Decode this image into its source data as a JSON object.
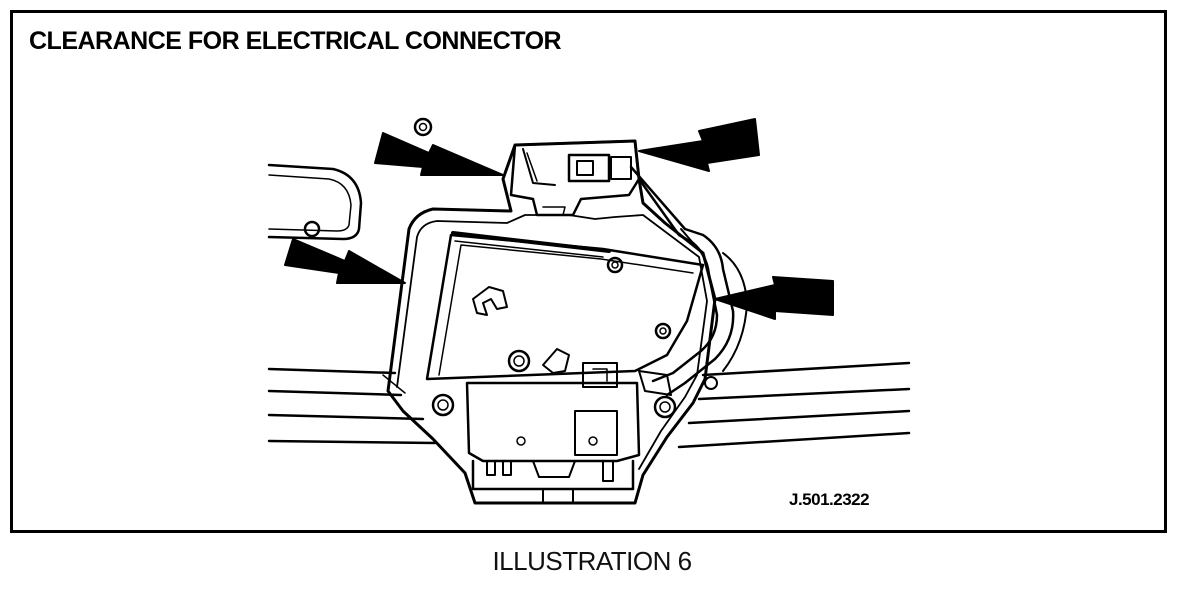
{
  "figure": {
    "title": "CLEARANCE FOR ELECTRICAL CONNECTOR",
    "reference": "J.501.2322"
  },
  "caption": "ILLUSTRATION 6",
  "colors": {
    "ink": "#000000",
    "paper": "#ffffff"
  }
}
